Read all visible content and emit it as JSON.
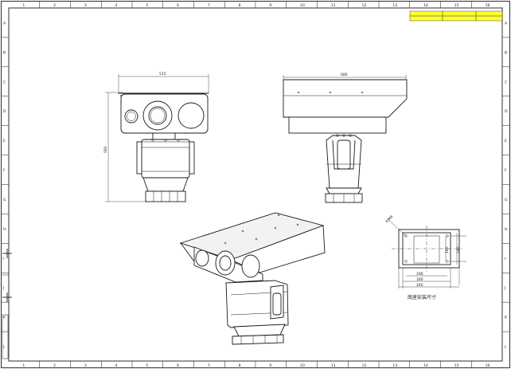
{
  "border": {
    "columns": [
      "1",
      "2",
      "3",
      "4",
      "5",
      "6",
      "7",
      "8",
      "9",
      "10",
      "11",
      "12",
      "13",
      "14",
      "15",
      "16"
    ],
    "rows": [
      "A",
      "B",
      "C",
      "D",
      "E",
      "F",
      "G",
      "H",
      "I",
      "J",
      "K",
      "L"
    ]
  },
  "title_block": {
    "cells": [
      "",
      "",
      "",
      "",
      "",
      ""
    ]
  },
  "front_view": {
    "width_dim": "515",
    "height_dim": "560"
  },
  "side_view": {
    "width_dim": "680"
  },
  "base_view": {
    "dim_corner": "4-M8",
    "dim_a": "190",
    "dim_b": "180",
    "dim_c": "240",
    "dim_d": "180",
    "dim_e": "240",
    "caption": "底座安装尺寸"
  },
  "side_strip": {
    "text": ""
  }
}
